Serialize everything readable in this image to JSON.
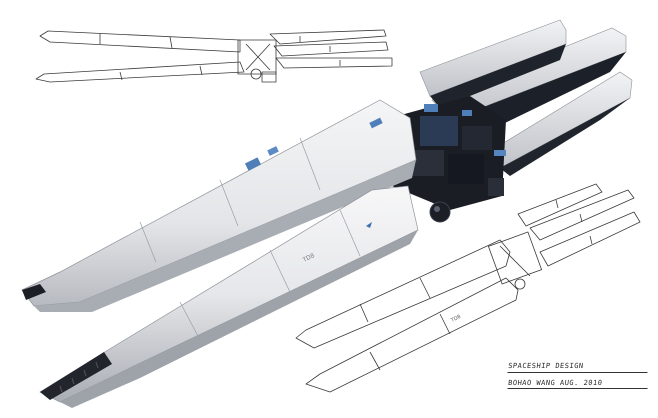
{
  "artwork": {
    "main_hull_marking": "TD8",
    "hull_color": "#e9eaec",
    "hull_shadow": "#b9bcc2",
    "core_color": "#1a1d24",
    "accent_blue": "#4f7fb8"
  },
  "caption": {
    "title": "SPACESHIP DESIGN",
    "signature": "BOHAO WANG   AUG. 2010"
  }
}
